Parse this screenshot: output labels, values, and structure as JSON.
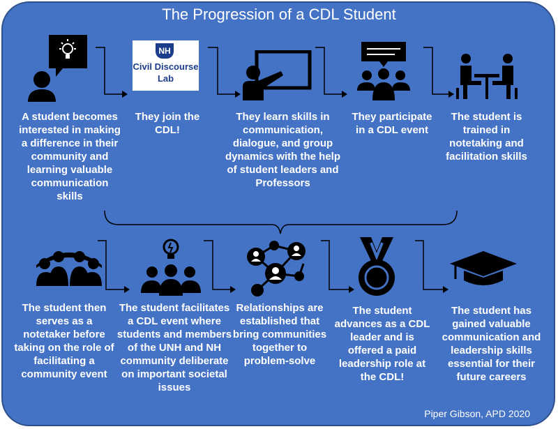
{
  "title": "The Progression of a CDL Student",
  "logo": {
    "shield": "NH",
    "line1": "Civil Discourse",
    "line2": "Lab"
  },
  "steps_top": [
    {
      "icon": "idea-person-icon",
      "text": "A student becomes interested in making a difference in their community and learning valuable communication skills"
    },
    {
      "icon": "cdl-logo",
      "text": "They join the CDL!"
    },
    {
      "icon": "presenter-icon",
      "text": "They learn skills in communication, dialogue, and group dynamics with the help of student leaders and Professors"
    },
    {
      "icon": "discussion-group-icon",
      "text": "They participate in a CDL event"
    },
    {
      "icon": "meeting-table-icon",
      "text": "The student is trained in notetaking and facilitation skills"
    }
  ],
  "steps_bottom": [
    {
      "icon": "audience-icon",
      "text": "The student then serves as a notetaker before taking on the role of facilitating a community event"
    },
    {
      "icon": "team-idea-icon",
      "text": "The student facilitates a CDL event where students and members of the UNH and NH community deliberate on important societal issues"
    },
    {
      "icon": "network-icon",
      "text": "Relationships are established that bring communities together to problem-solve"
    },
    {
      "icon": "medal-icon",
      "text": "The student advances as a CDL leader and is offered a paid leadership role at the CDL!"
    },
    {
      "icon": "graduation-cap-icon",
      "text": "The student has gained valuable communication and leadership skills essential for their future careers"
    }
  ],
  "credit": "Piper Gibson, APD 2020",
  "colors": {
    "background": "#4472c4",
    "foreground": "#ffffff",
    "icon": "#000000"
  }
}
